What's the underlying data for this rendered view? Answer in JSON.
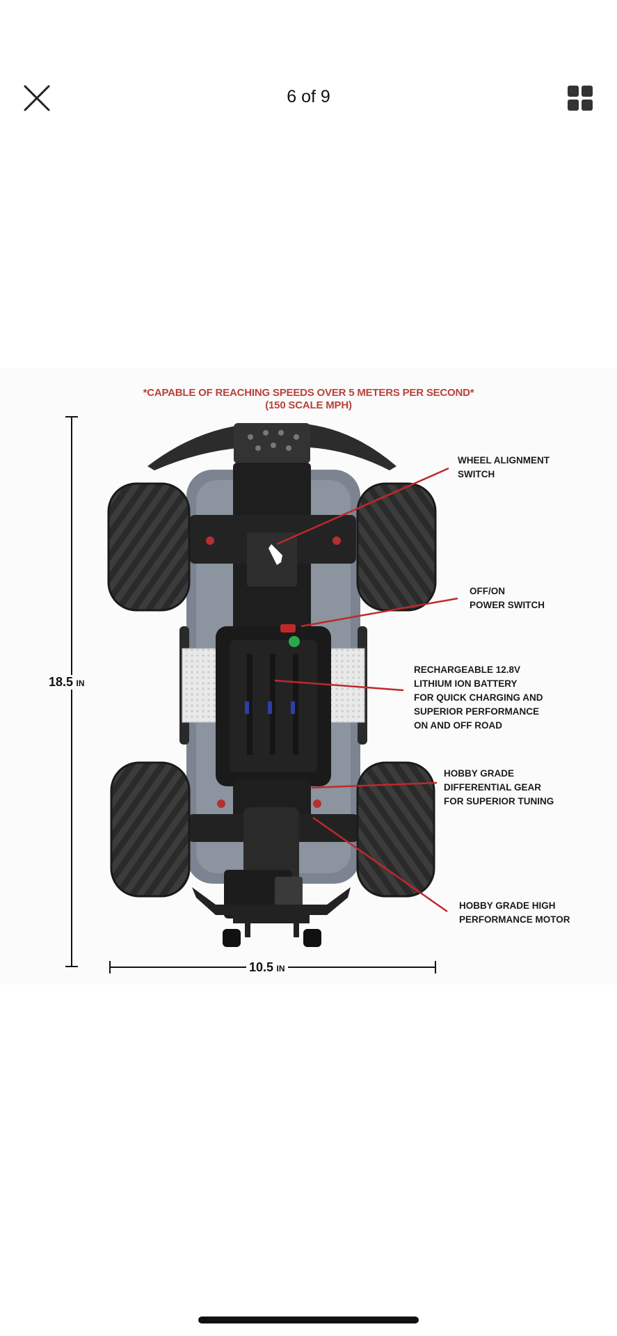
{
  "viewer": {
    "counter": "6 of 9",
    "icons": {
      "close": "close-icon",
      "grid": "grid-icon"
    }
  },
  "image": {
    "caption_line1": "*CAPABLE OF REACHING SPEEDS OVER 5 METERS PER SECOND*",
    "caption_line2": "(150 SCALE MPH)",
    "height_value": "18.5",
    "height_unit": "IN",
    "width_value": "10.5",
    "width_unit": "IN",
    "callouts": {
      "wheel_alignment": [
        "WHEEL ALIGNMENT",
        "SWITCH"
      ],
      "power_switch": [
        "OFF/ON",
        "POWER SWITCH"
      ],
      "battery": [
        "RECHARGEABLE 12.8V",
        "LITHIUM ION BATTERY",
        "FOR QUICK CHARGING AND",
        "SUPERIOR PERFORMANCE",
        "ON AND OFF ROAD"
      ],
      "differential": [
        "HOBBY GRADE",
        "DIFFERENTIAL GEAR",
        "FOR SUPERIOR TUNING"
      ],
      "motor": [
        "HOBBY GRADE HIGH",
        "PERFORMANCE MOTOR"
      ]
    },
    "colors": {
      "caption": "#b8413a",
      "leader_line": "#c0282a"
    }
  }
}
